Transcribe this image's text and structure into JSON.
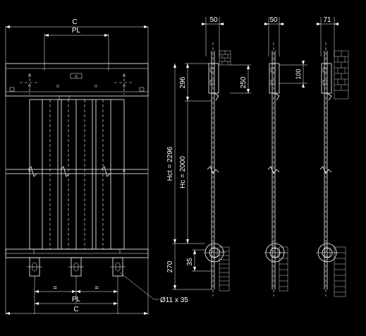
{
  "front_view": {
    "dim_c_top": "C",
    "dim_pl_top": "PL",
    "dim_eq_left": "=",
    "dim_eq_right": "=",
    "dim_pl_bottom": "PL",
    "dim_c_bottom": "C",
    "hole_callout": "Ø11 x 35"
  },
  "side_views": {
    "width_view1": "50",
    "width_view2": "50",
    "width_view3": "71",
    "dim_296": "296",
    "dim_250": "250",
    "dim_100": "100",
    "dim_hct": "Hct = 2296",
    "dim_hc": "Hc = 2000",
    "dim_270": "270",
    "dim_35": "35"
  }
}
